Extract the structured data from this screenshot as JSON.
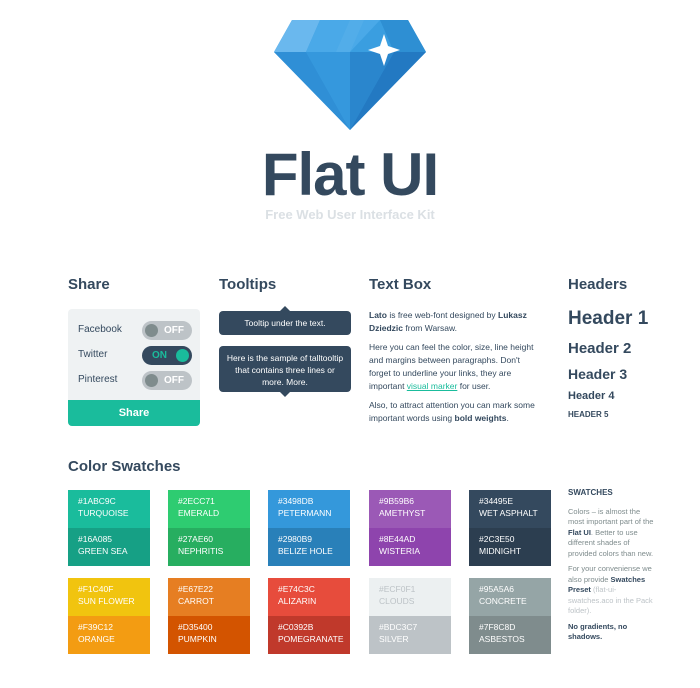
{
  "hero": {
    "logo_icon": "diamond-icon",
    "title": "Flat UI",
    "subtitle": "Free Web User Interface Kit"
  },
  "share": {
    "title": "Share",
    "rows": [
      {
        "label": "Facebook",
        "state": "OFF"
      },
      {
        "label": "Twitter",
        "state": "ON"
      },
      {
        "label": "Pinterest",
        "state": "OFF"
      }
    ],
    "button_label": "Share"
  },
  "tooltips": {
    "title": "Tooltips",
    "tip1": "Tooltip under the text.",
    "tip2": "Here is the sample of talltooltip that contains three lines or more. More."
  },
  "textbox": {
    "title": "Text Box",
    "p1_bold": "Lato",
    "p1_mid": " is free web-font designed by ",
    "p1_author": "Lukasz Dziedzic",
    "p1_end": " from Warsaw.",
    "p2_start": "Here you can feel the color, size, line height and margins between paragraphs. Don't forget to underline your links, they are important ",
    "p2_link": "visual marker",
    "p2_end": " for user.",
    "p3_start": "Also, to attract attention you can mark some important words using ",
    "p3_bold": "bold weights",
    "p3_end": "."
  },
  "headers": {
    "title": "Headers",
    "h1": "Header 1",
    "h2": "Header 2",
    "h3": "Header 3",
    "h4": "Header 4",
    "h5": "HEADER 5"
  },
  "swatches": {
    "title": "Color Swatches",
    "items": [
      {
        "hex": "#1ABC9C",
        "name": "Turquoise",
        "color": "#1abc9c"
      },
      {
        "hex": "#16A085",
        "name": "Green Sea",
        "color": "#16a085"
      },
      {
        "hex": "#2ECC71",
        "name": "Emerald",
        "color": "#2ecc71"
      },
      {
        "hex": "#27AE60",
        "name": "Nephritis",
        "color": "#27ae60"
      },
      {
        "hex": "#3498DB",
        "name": "Petermann",
        "color": "#3498db"
      },
      {
        "hex": "#2980B9",
        "name": "Belize Hole",
        "color": "#2980b9"
      },
      {
        "hex": "#9B59B6",
        "name": "Amethyst",
        "color": "#9b59b6"
      },
      {
        "hex": "#8E44AD",
        "name": "Wisteria",
        "color": "#8e44ad"
      },
      {
        "hex": "#34495E",
        "name": "Wet Asphalt",
        "color": "#34495e"
      },
      {
        "hex": "#2C3E50",
        "name": "Midnight",
        "color": "#2c3e50"
      },
      {
        "hex": "#F1C40F",
        "name": "Sun Flower",
        "color": "#f1c40f"
      },
      {
        "hex": "#F39C12",
        "name": "Orange",
        "color": "#f39c12"
      },
      {
        "hex": "#E67E22",
        "name": "Carrot",
        "color": "#e67e22"
      },
      {
        "hex": "#D35400",
        "name": "Pumpkin",
        "color": "#d35400"
      },
      {
        "hex": "#E74C3C",
        "name": "Alizarin",
        "color": "#e74c3c"
      },
      {
        "hex": "#C0392B",
        "name": "Pomegranate",
        "color": "#c0392b"
      },
      {
        "hex": "#ECF0F1",
        "name": "Clouds",
        "color": "#ecf0f1"
      },
      {
        "hex": "#BDC3C7",
        "name": "Silver",
        "color": "#bdc3c7"
      },
      {
        "hex": "#95A5A6",
        "name": "Concrete",
        "color": "#95a5a6"
      },
      {
        "hex": "#7F8C8D",
        "name": "Asbestos",
        "color": "#7f8c8d"
      }
    ],
    "side_heading": "SWATCHES",
    "side_p1_start": "Colors – is almost the most important part of the ",
    "side_p1_bold": "Flat UI",
    "side_p1_end": ". Better to use different shades of provided colors than new.",
    "side_p2_start": "For your conveniense we also provide ",
    "side_p2_bold": "Swatches Preset",
    "side_p2_end": " (flat-ui-swatches.aco in the Pack folder).",
    "side_p3": "No gradients, no shadows."
  }
}
